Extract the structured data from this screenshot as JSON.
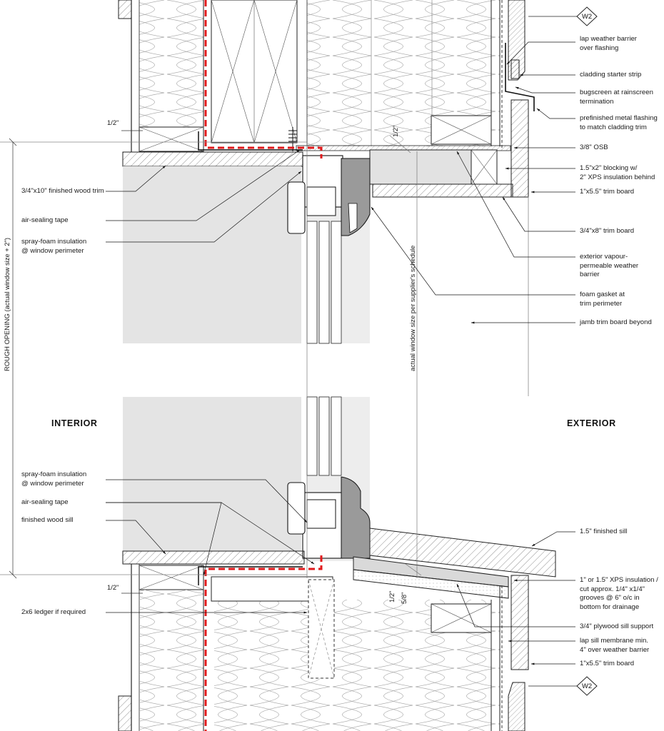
{
  "labels": {
    "lap_weather_barrier": [
      "lap weather barrier",
      "over flashing"
    ],
    "cladding_starter_strip": [
      "cladding starter strip"
    ],
    "bugscreen": [
      "bugscreen at rainscreen",
      "termination"
    ],
    "prefinished_flashing": [
      "prefinished metal flashing",
      "to match cladding trim"
    ],
    "osb": [
      "3/8\" OSB"
    ],
    "blocking": [
      "1.5\"x2\" blocking w/",
      "2\" XPS insulation behind"
    ],
    "trim_board_top": [
      "1\"x5.5\" trim board"
    ],
    "trim_board_34x8": [
      "3/4\"x8\" trim board"
    ],
    "vapour_barrier": [
      "exterior vapour-",
      "permeable weather",
      "barrier"
    ],
    "foam_gasket": [
      "foam gasket at",
      "trim perimeter"
    ],
    "jamb_trim": [
      "jamb trim board beyond"
    ],
    "finished_wood_trim": [
      "3/4\"x10\" finished wood trim"
    ],
    "air_sealing_tape_top": [
      "air-sealing tape"
    ],
    "spray_foam_top": [
      "spray-foam insulation",
      "@ window perimeter"
    ],
    "spray_foam_bottom": [
      "spray-foam insulation",
      "@ window perimeter"
    ],
    "air_sealing_tape_bottom": [
      "air-sealing tape"
    ],
    "finished_wood_sill": [
      "finished wood sill"
    ],
    "finished_sill_ext": [
      "1.5\" finished sill"
    ],
    "xps_sill": [
      "1\" or 1.5\" XPS insulation /",
      "cut approx. 1/4\" x1/4\"",
      "grooves @ 6\" o/c in",
      "bottom for drainage"
    ],
    "plywood_sill": [
      "3/4\" plywood sill support"
    ],
    "lap_sill_membrane": [
      "lap sill membrane min.",
      "4\" over weather barrier"
    ],
    "trim_board_bottom": [
      "1\"x5.5\" trim board"
    ],
    "ledger": [
      "2x6 ledger if required"
    ]
  },
  "zones": {
    "interior": "INTERIOR",
    "exterior": "EXTERIOR"
  },
  "dimensions": {
    "rough_opening": "ROUGH OPENING (actual window size + 2\")",
    "actual_window": "actual window size per supplier's schedule",
    "half_top": "1/2\"",
    "half_bottom": "1/2\"",
    "half_head": "1/2\"",
    "half_sill": "1/2\"",
    "five_eighths": "5/8\""
  },
  "tags": {
    "top": "W2",
    "bottom": "W2"
  },
  "colors": {
    "air_barrier": "#e0191b",
    "glazing": "#e6e6e6",
    "frame_gray": "#9a9a9a",
    "line": "#1a1a1a"
  }
}
